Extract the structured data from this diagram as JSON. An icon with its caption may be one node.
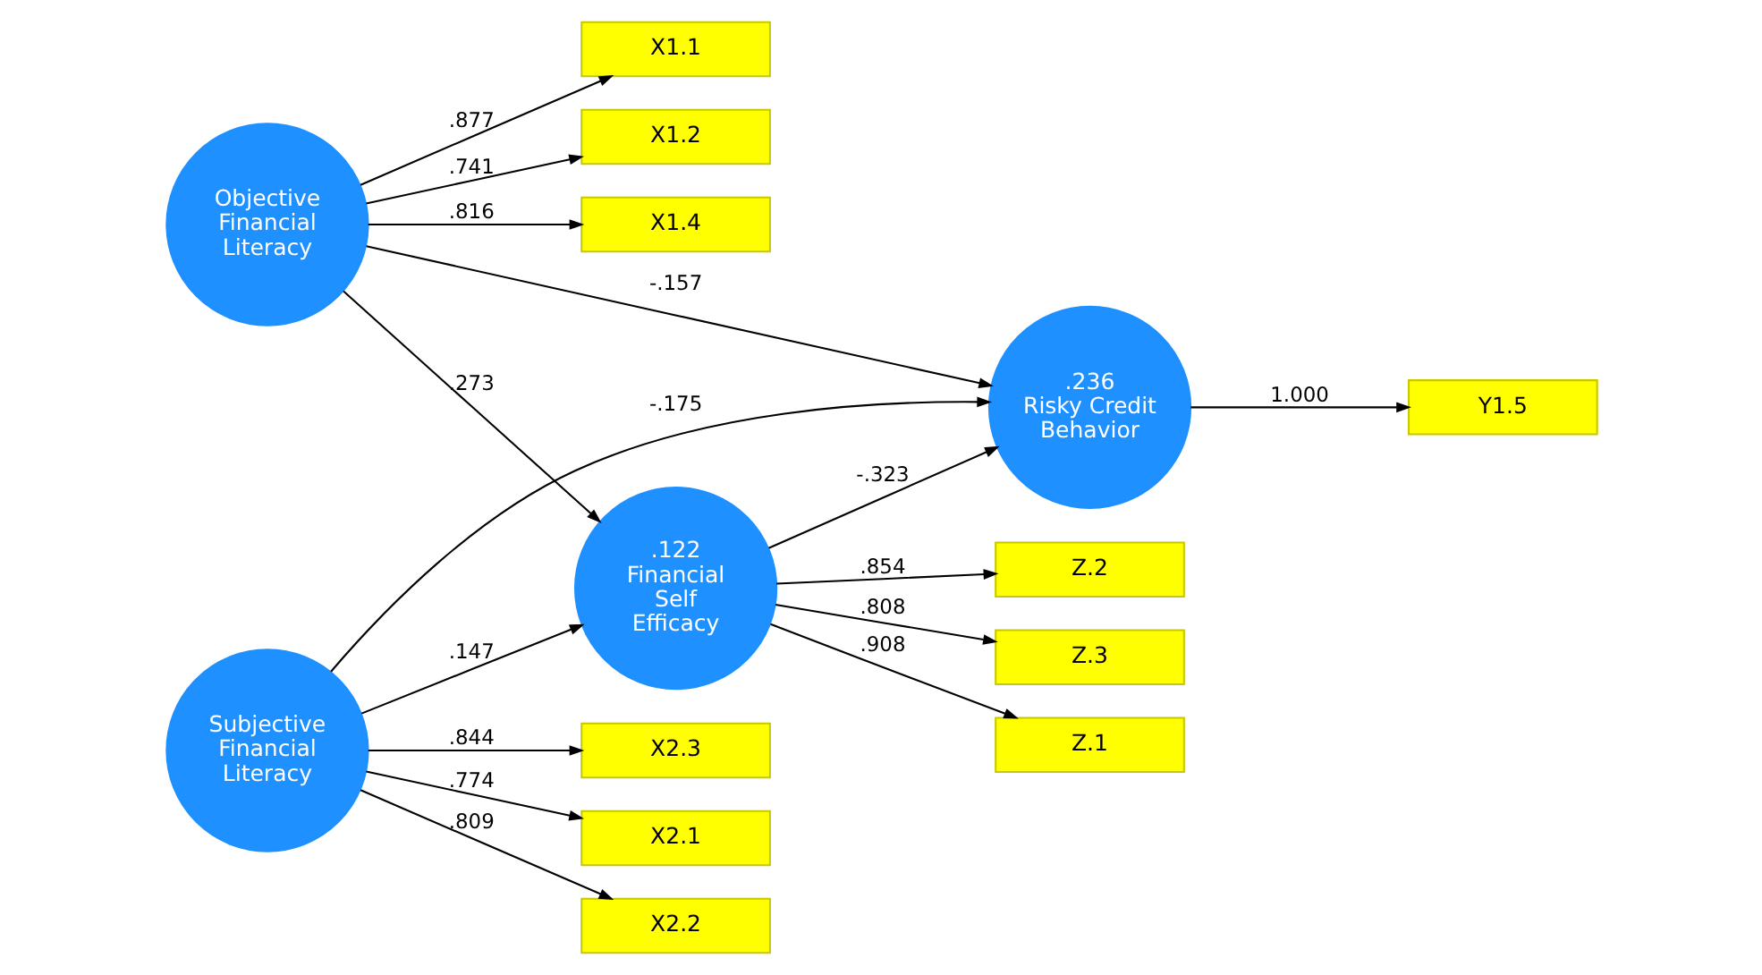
{
  "diagram": {
    "nodes": [
      {
        "text": [
          "X1.1"
        ]
      },
      {
        "text": [
          "X1.2"
        ]
      },
      {
        "text": [
          "X1.4"
        ]
      },
      {
        "text": [
          "Objective Financial Literacy"
        ]
      },
      {
        "text": [
          "Z.1"
        ]
      },
      {
        "text": [
          "Z.2"
        ]
      },
      {
        "text": [
          "Z.3"
        ]
      },
      {
        "text": [
          ".122",
          "Financial Self Efficacy"
        ]
      },
      {
        "text": [
          ".236",
          "Risky Credit Behavior"
        ]
      },
      {
        "text": [
          "Y1.5"
        ]
      },
      {
        "text": [
          "X2.1"
        ]
      },
      {
        "text": [
          "X2.2"
        ]
      },
      {
        "text": [
          "X2.3"
        ]
      },
      {
        "text": [
          "Subjective Financial Literacy"
        ]
      }
    ],
    "edges": [
      {
        "from": 3,
        "to": 0,
        "arrow": "to",
        "label": ".877"
      },
      {
        "from": 3,
        "to": 1,
        "arrow": "to",
        "label": ".741"
      },
      {
        "from": 3,
        "to": 2,
        "arrow": "to",
        "label": ".816"
      },
      {
        "from": 3,
        "to": 7,
        "arrow": "to",
        "label": ".273"
      },
      {
        "from": 3,
        "to": 8,
        "arrow": "to",
        "label": "-.157"
      },
      {
        "from": 7,
        "to": 4,
        "arrow": "to",
        "label": ".908"
      },
      {
        "from": 7,
        "to": 5,
        "arrow": "to",
        "label": ".854"
      },
      {
        "from": 7,
        "to": 6,
        "arrow": "to",
        "label": ".808"
      },
      {
        "from": 7,
        "to": 8,
        "arrow": "to",
        "label": "-.323"
      },
      {
        "from": 8,
        "to": 9,
        "arrow": "to",
        "label": "1.000"
      },
      {
        "from": 13,
        "to": 10,
        "arrow": "to",
        "label": ".774"
      },
      {
        "from": 13,
        "to": 11,
        "arrow": "to",
        "label": ".809"
      },
      {
        "from": 13,
        "to": 12,
        "arrow": "to",
        "label": ".844"
      },
      {
        "from": 13,
        "to": 7,
        "arrow": "to",
        "label": ".147"
      },
      {
        "from": 13,
        "to": 8,
        "arrow": "to",
        "label": "-.175"
      }
    ]
  }
}
